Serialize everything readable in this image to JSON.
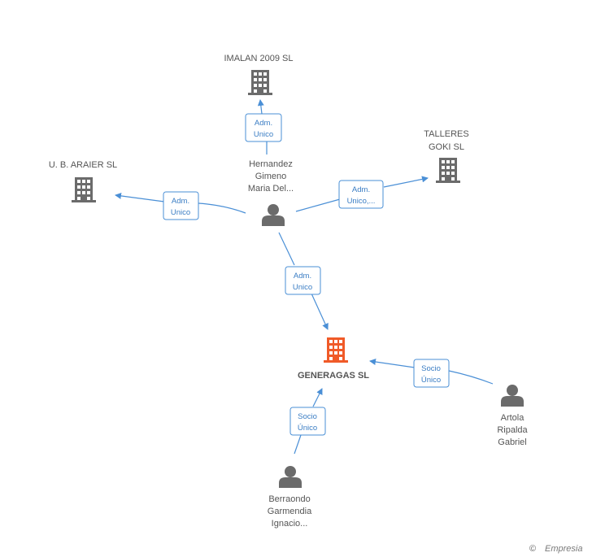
{
  "nodes": {
    "generagas": {
      "label": "GENERAGAS SL",
      "type": "company",
      "highlight": true,
      "color": "#f05a28"
    },
    "imalan": {
      "label": "IMALAN 2009 SL",
      "type": "company",
      "color": "#6b6b6b"
    },
    "talleres": {
      "label_line1": "TALLERES",
      "label_line2": "GOKI SL",
      "type": "company",
      "color": "#6b6b6b"
    },
    "araier": {
      "label": "U.  B. ARAIER SL",
      "type": "company",
      "color": "#6b6b6b"
    },
    "hernandez": {
      "label_line1": "Hernandez",
      "label_line2": "Gimeno",
      "label_line3": "Maria Del...",
      "type": "person",
      "color": "#6b6b6b"
    },
    "artola": {
      "label_line1": "Artola",
      "label_line2": "Ripalda",
      "label_line3": "Gabriel",
      "type": "person",
      "color": "#6b6b6b"
    },
    "berraondo": {
      "label_line1": "Berraondo",
      "label_line2": "Garmendia",
      "label_line3": "Ignacio...",
      "type": "person",
      "color": "#6b6b6b"
    }
  },
  "edges": {
    "hernandez_imalan": {
      "line1": "Adm.",
      "line2": "Unico"
    },
    "hernandez_talleres": {
      "line1": "Adm.",
      "line2": "Unico,..."
    },
    "hernandez_araier": {
      "line1": "Adm.",
      "line2": "Unico"
    },
    "hernandez_generagas": {
      "line1": "Adm.",
      "line2": "Unico"
    },
    "artola_generagas": {
      "line1": "Socio",
      "line2": "Único"
    },
    "berraondo_generagas": {
      "line1": "Socio",
      "line2": "Único"
    }
  },
  "edge_color": "#4a8fd6",
  "footer": {
    "copyright_symbol": "©",
    "brand": "Empresia"
  }
}
